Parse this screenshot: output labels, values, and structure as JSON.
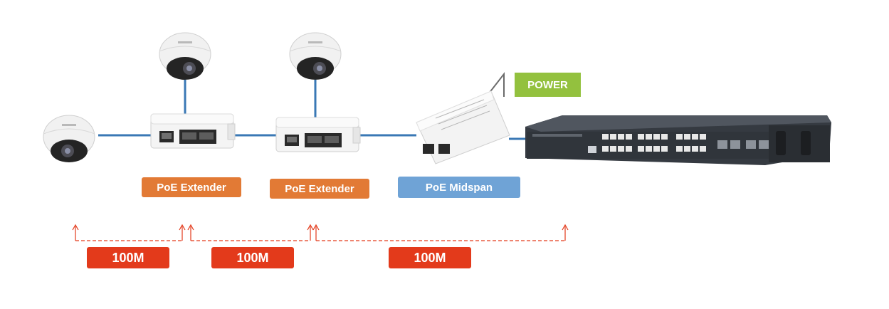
{
  "devices": {
    "camera_1": "dome-camera-icon",
    "camera_2": "dome-camera-icon",
    "camera_3": "dome-camera-icon",
    "extender_1": "poe-extender-device",
    "extender_2": "poe-extender-device",
    "midspan": "poe-injector-device",
    "switch": "rack-network-switch"
  },
  "labels": {
    "poe_extender_1": "PoE Extender",
    "poe_extender_2": "PoE Extender",
    "poe_midspan": "PoE Midspan",
    "power": "POWER"
  },
  "distances": [
    "100M",
    "100M",
    "100M"
  ],
  "colors": {
    "cable": "#3a78b5",
    "extender_label": "#e27a35",
    "midspan_label": "#6fa3d6",
    "power_label": "#93c13e",
    "distance_label": "#e33a1b",
    "distance_arrow": "#e33a1b"
  }
}
